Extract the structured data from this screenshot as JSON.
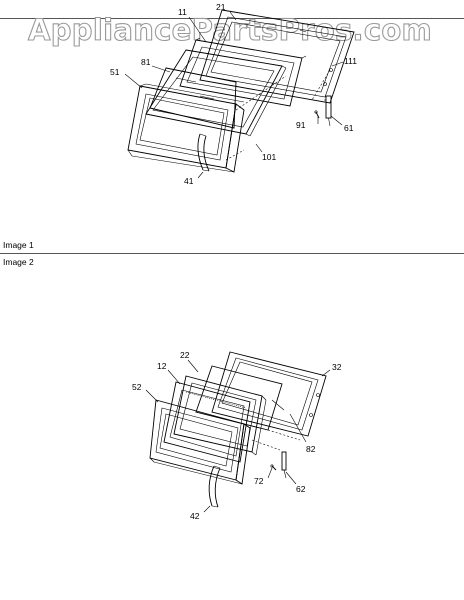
{
  "watermark": "AppliancePartsPros.com",
  "figures": [
    {
      "caption": "Image 1",
      "callouts": [
        "21",
        "11",
        "81",
        "51",
        "111",
        "91",
        "61",
        "101",
        "41"
      ]
    },
    {
      "caption": "Image 2",
      "callouts": [
        "22",
        "12",
        "52",
        "32",
        "82",
        "72",
        "62",
        "42"
      ]
    }
  ]
}
